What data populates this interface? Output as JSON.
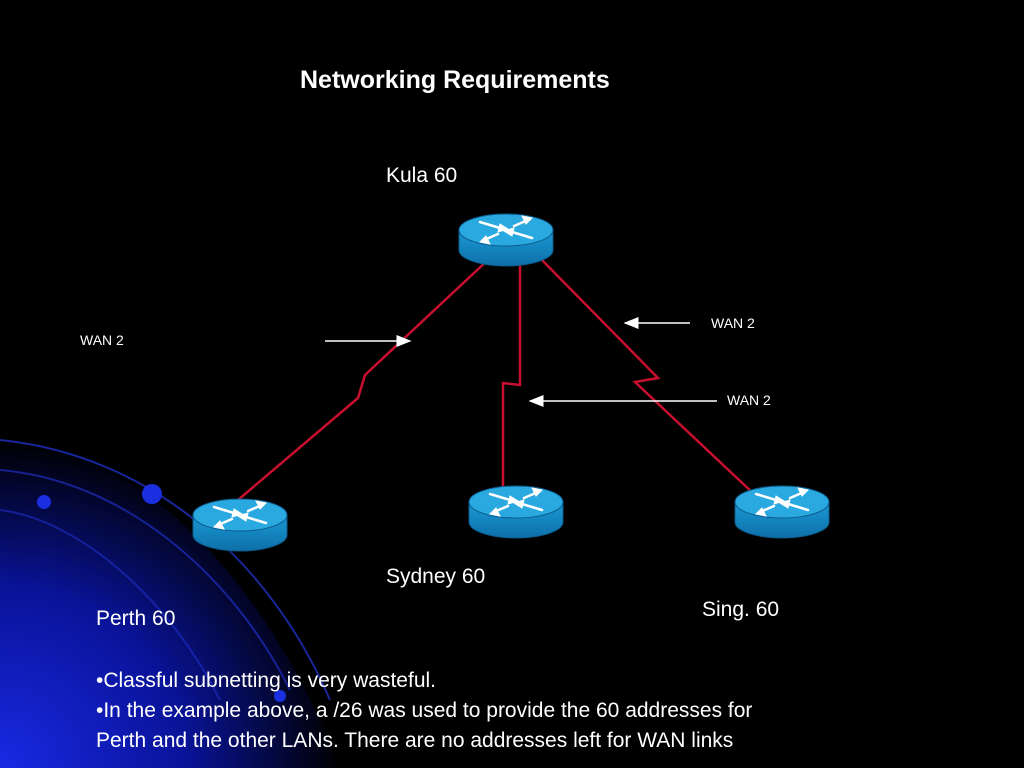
{
  "title": "Networking Requirements",
  "nodes": {
    "kula": "Kula 60",
    "sydney": "Sydney 60",
    "perth": "Perth 60",
    "sing": "Sing. 60"
  },
  "wan_labels": [
    "WAN 2",
    "WAN 2",
    "WAN 2"
  ],
  "bullets": [
    "•Classful subnetting is very wasteful.",
    "•In the example above, a /26 was used to  provide the 60 addresses for",
    "Perth and the other LANs. There  are no addresses left for WAN links"
  ],
  "colors": {
    "background": "#000000",
    "link": "#c8102e",
    "router_body": "#1a9ad6",
    "swirl": "#1020c0"
  },
  "icons": {
    "router": "router-icon",
    "arrow": "arrow-icon"
  }
}
